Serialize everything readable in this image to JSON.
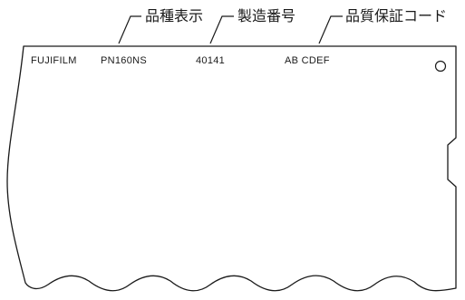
{
  "callouts": {
    "product_type": "品種表示",
    "manufacturing_number": "製造番号",
    "quality_assurance_code": "品質保証コード"
  },
  "film": {
    "maker": "FUJIFILM",
    "product_code": "PN160NS",
    "serial": "40141",
    "qa_code": "AB CDEF"
  }
}
